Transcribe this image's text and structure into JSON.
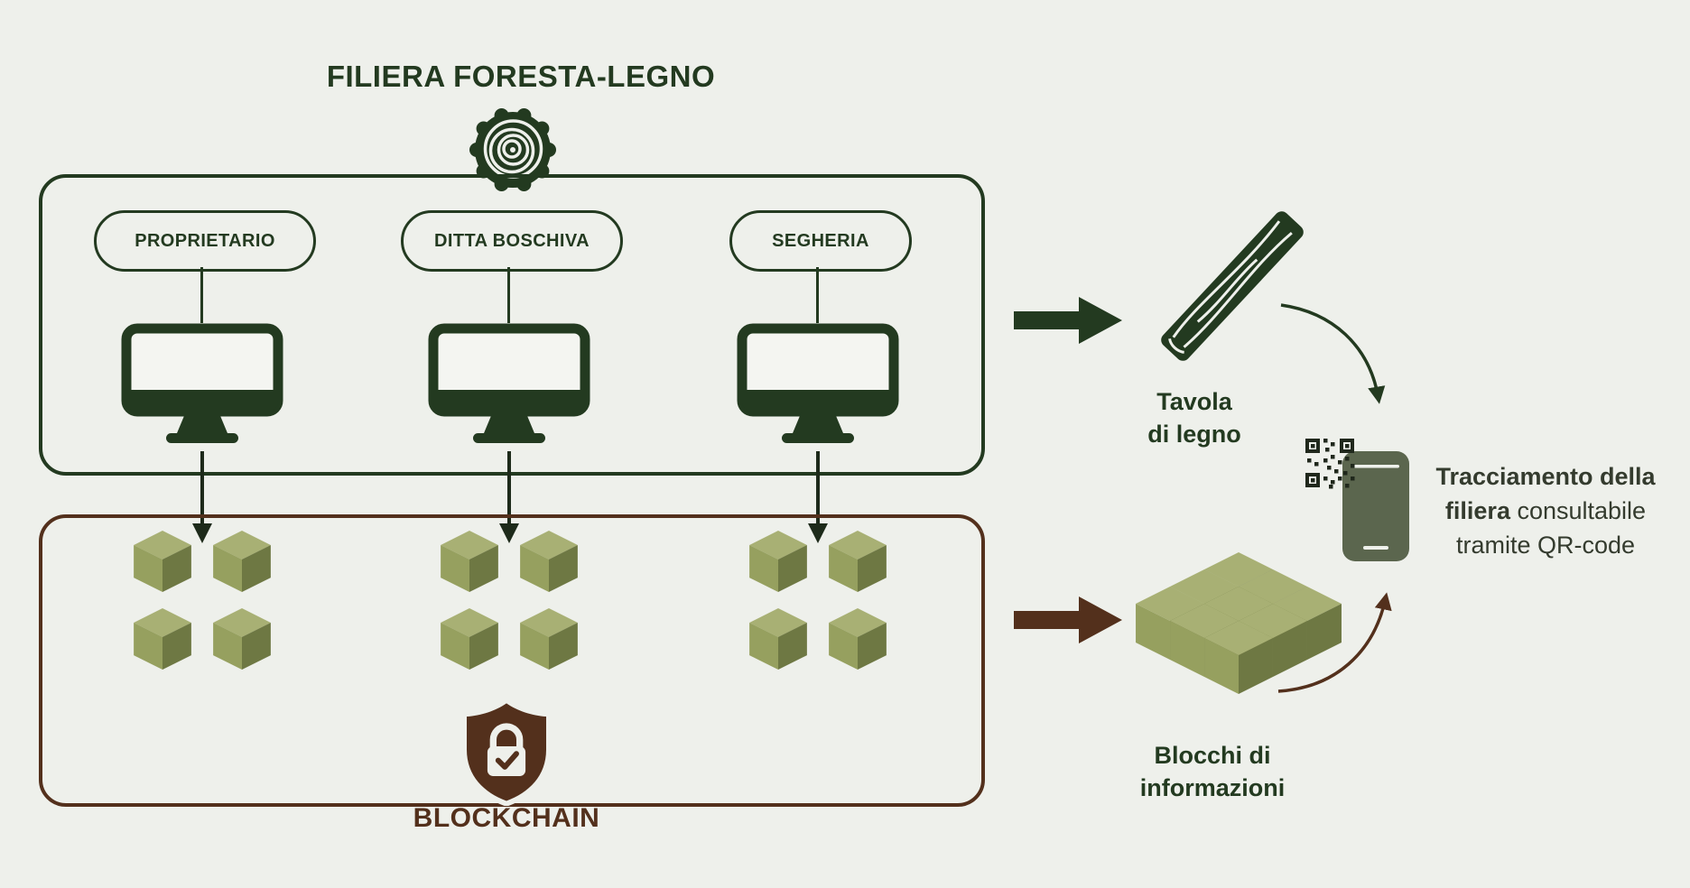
{
  "title": "FILIERA FORESTA-LEGNO",
  "colors": {
    "background": "#eef0eb",
    "dark_green": "#233a20",
    "dark_brown": "#53301c",
    "cube_top": "#a8b074",
    "cube_left": "#96a05f",
    "cube_right": "#6e7843",
    "arrow_dark": "#1d2a1a",
    "text_dark": "#343b2e"
  },
  "icons": {
    "log": "wood-log-rings-icon",
    "monitor": "computer-monitor-icon",
    "shield": "shield-lock-icon",
    "plank": "wood-plank-icon",
    "qr": "qr-code-icon",
    "phone": "smartphone-icon",
    "cubes": "data-block-cubes-icon"
  },
  "supply_box": {
    "actors": [
      {
        "label": "PROPRIETARIO"
      },
      {
        "label": "DITTA BOSCHIVA"
      },
      {
        "label": "SEGHERIA"
      }
    ]
  },
  "blockchain": {
    "label": "BLOCKCHAIN"
  },
  "outputs": {
    "board_label": "Tavola\ndi legno",
    "blocks_label": "Blocchi di\ninformazioni"
  },
  "tracking": {
    "bold": "Tracciamento della filiera",
    "regular": " consultabile tramite QR-code"
  }
}
